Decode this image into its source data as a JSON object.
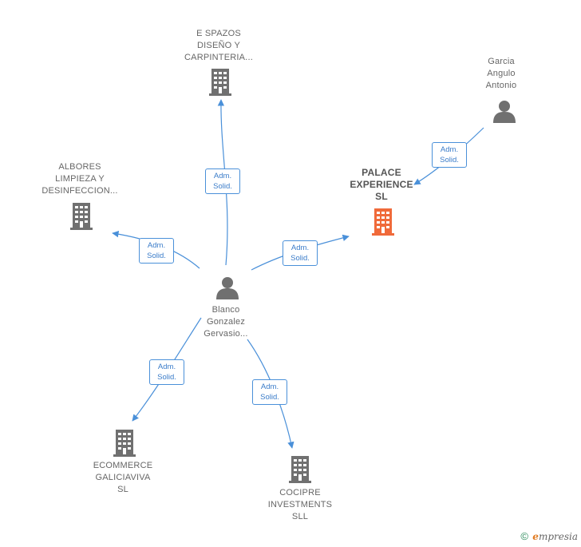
{
  "colors": {
    "edge": "#4a90d9",
    "company_icon": "#707070",
    "main_company_icon": "#f06a3a",
    "person_icon": "#707070"
  },
  "nodes": {
    "espazos": {
      "label": "E SPAZOS\nDISEÑO Y\nCARPINTERIA...",
      "type": "company",
      "icon": "building-icon"
    },
    "albores": {
      "label": "ALBORES\nLIMPIEZA Y\nDESINFECCION...",
      "type": "company",
      "icon": "building-icon"
    },
    "palace": {
      "label": "PALACE\nEXPERIENCE\nSL",
      "type": "company-main",
      "icon": "building-icon"
    },
    "garcia": {
      "label": "Garcia\nAngulo\nAntonio",
      "type": "person",
      "icon": "person-icon"
    },
    "blanco": {
      "label": "Blanco\nGonzalez\nGervasio...",
      "type": "person",
      "icon": "person-icon"
    },
    "ecommerce": {
      "label": "ECOMMERCE\nGALICIAVIVA\nSL",
      "type": "company",
      "icon": "building-icon"
    },
    "cocipre": {
      "label": "COCIPRE\nINVESTMENTS\nSLL",
      "type": "company",
      "icon": "building-icon"
    }
  },
  "edges": [
    {
      "from": "blanco",
      "to": "espazos",
      "label": "Adm.\nSolid."
    },
    {
      "from": "blanco",
      "to": "albores",
      "label": "Adm.\nSolid."
    },
    {
      "from": "blanco",
      "to": "palace",
      "label": "Adm.\nSolid."
    },
    {
      "from": "garcia",
      "to": "palace",
      "label": "Adm.\nSolid."
    },
    {
      "from": "blanco",
      "to": "ecommerce",
      "label": "Adm.\nSolid."
    },
    {
      "from": "blanco",
      "to": "cocipre",
      "label": "Adm.\nSolid."
    }
  ],
  "footer": {
    "copyright": "©",
    "brand_e": "e",
    "brand_rest": "mpresia"
  }
}
